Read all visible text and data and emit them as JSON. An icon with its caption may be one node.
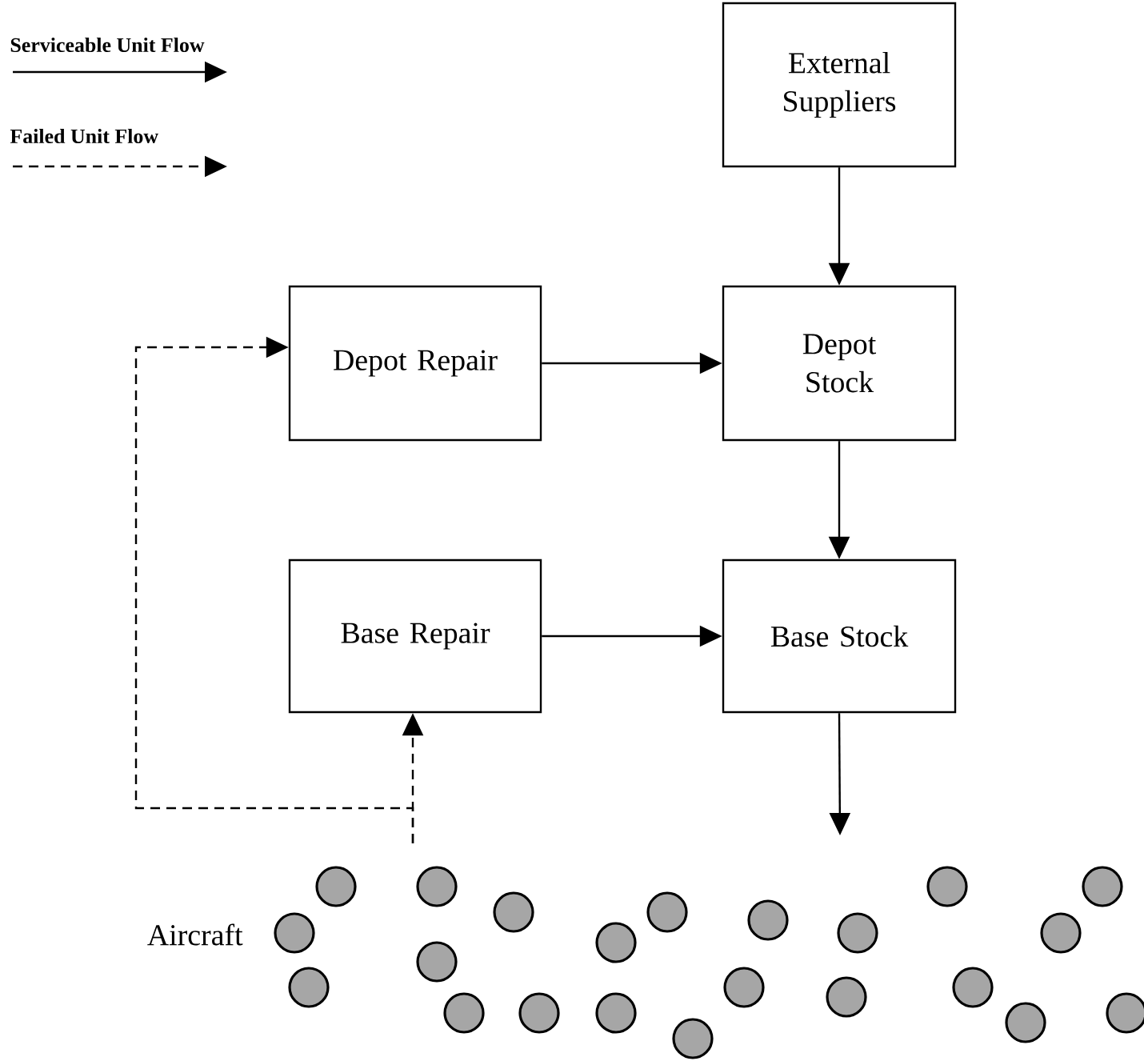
{
  "diagram": {
    "nodes": [
      {
        "text": [
          "External Suppliers"
        ]
      },
      {
        "text": [
          "Depot Repair"
        ]
      },
      {
        "text": [
          "Depot Stock"
        ]
      },
      {
        "text": [
          "Base Repair"
        ]
      },
      {
        "text": [
          "Base Stock"
        ]
      }
    ],
    "edges": [
      {
        "from": 0,
        "to": 2,
        "arrow": "to"
      },
      {
        "from": 1,
        "to": 2,
        "arrow": "to"
      },
      {
        "from": 2,
        "to": 4,
        "arrow": "to"
      },
      {
        "from": 3,
        "to": 4,
        "arrow": "to"
      },
      {
        "from": 4,
        "to": null,
        "arrow": "to"
      },
      {
        "from": null,
        "to": 3,
        "arrow": "to",
        "style": "dashed"
      },
      {
        "from": null,
        "to": 1,
        "arrow": "to",
        "style": "dashed"
      }
    ],
    "labels": [
      "Aircraft"
    ],
    "legend": [
      {
        "text": "Serviceable Unit Flow"
      },
      {
        "text": "Failed Unit Flow"
      }
    ]
  }
}
